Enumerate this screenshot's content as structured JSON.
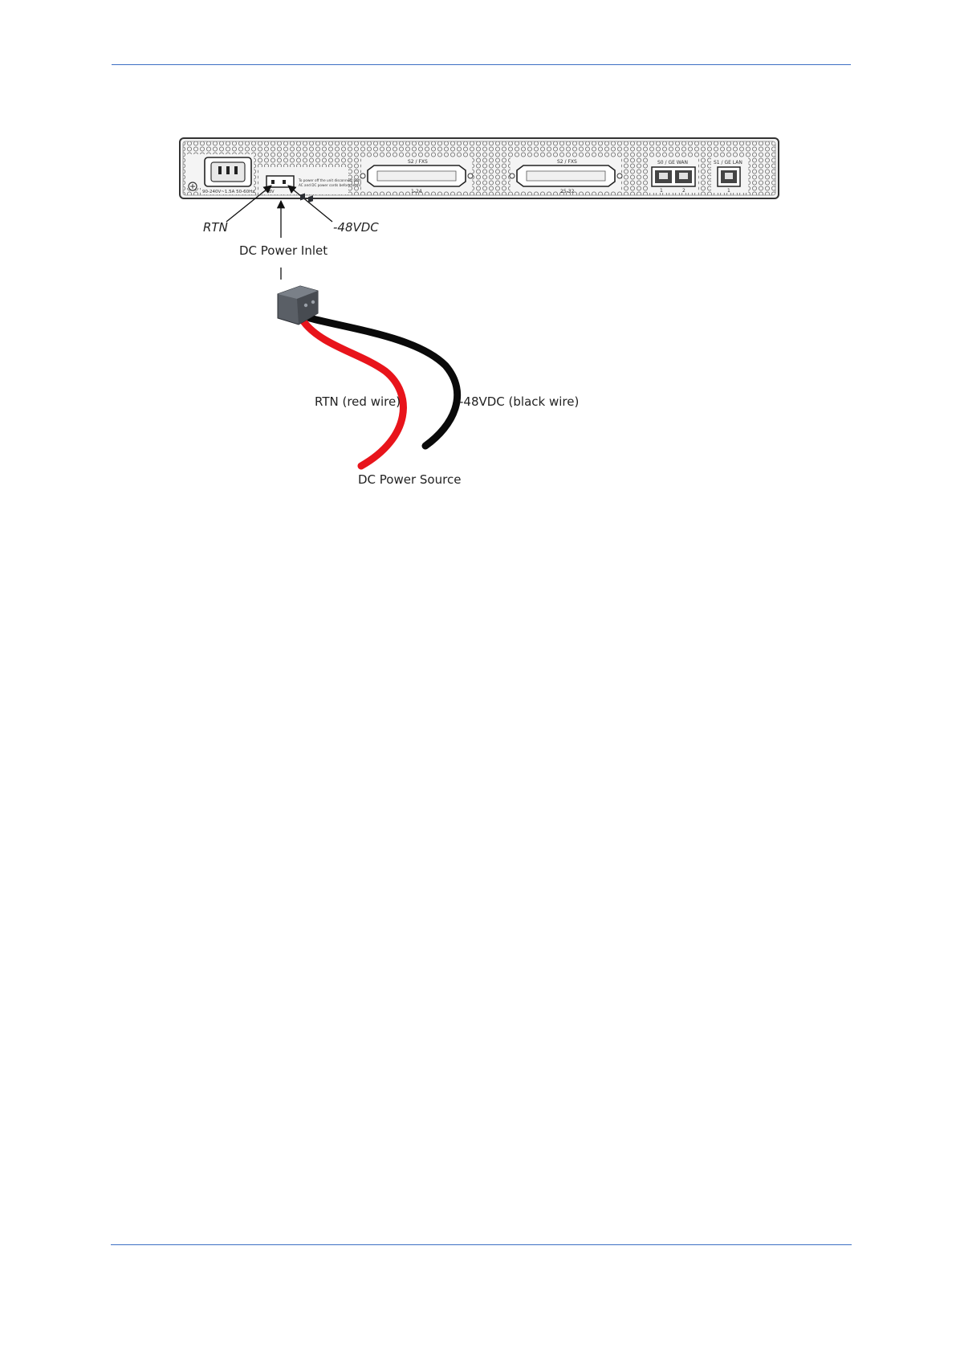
{
  "page": {
    "background": "#ffffff",
    "rule_color": "#3d6fc4"
  },
  "device_panel": {
    "power_rating": "90-240V~1.5A 50-60Hz",
    "dc_rating": "-48V",
    "warning_text_line1": "To power off the unit disconnect both",
    "warning_text_line2": "AC and DC power cords before service.",
    "connector_a_header": "S2 / FXS",
    "connector_a_ports": "1-24",
    "connector_b_header": "S2 / FXS",
    "connector_b_ports": "25-32",
    "wan_header": "S0 / GE WAN",
    "wan_port_1": "1",
    "wan_port_2": "2",
    "lan_header": "S1 / GE LAN",
    "lan_port_1": "1"
  },
  "labels": {
    "rtn": "RTN",
    "neg48vdc": "-48VDC",
    "dc_power_inlet": "DC Power Inlet",
    "rtn_red_wire": "RTN (red wire)",
    "neg48vdc_black_wire": "-48VDC (black wire)",
    "dc_power_source": "DC Power Source"
  },
  "colors": {
    "red_wire": "#e8141b",
    "black_wire": "#0a0a0a",
    "connector_block": "#5a5f66"
  }
}
